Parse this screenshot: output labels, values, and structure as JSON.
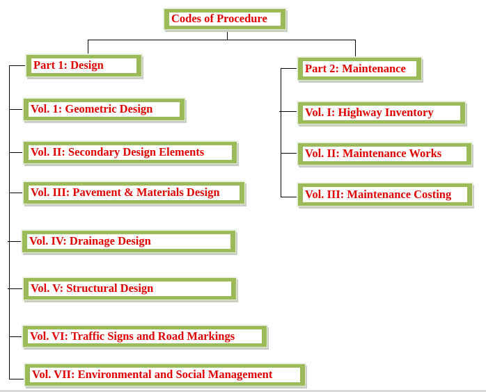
{
  "diagram": {
    "root": {
      "label": "Codes of Procedure"
    },
    "parts": [
      {
        "label": "Part 1: Design",
        "volumes": [
          {
            "label": "Vol. 1: Geometric Design"
          },
          {
            "label": "Vol. II: Secondary Design Elements"
          },
          {
            "label": "Vol. III: Pavement & Materials Design"
          },
          {
            "label": "Vol. IV: Drainage Design"
          },
          {
            "label": "Vol. V: Structural Design"
          },
          {
            "label": "Vol. VI: Traffic Signs and Road Markings"
          },
          {
            "label": "Vol. VII: Environmental and Social Management"
          }
        ]
      },
      {
        "label": "Part 2: Maintenance",
        "volumes": [
          {
            "label": "Vol. I: Highway Inventory"
          },
          {
            "label": "Vol. II: Maintenance Works"
          },
          {
            "label": "Vol. III: Maintenance Costing"
          }
        ]
      }
    ],
    "colors": {
      "box_border": "#9bbb59",
      "box_fill": "#ffffff",
      "text": "#e00000",
      "connector": "#000000"
    }
  }
}
